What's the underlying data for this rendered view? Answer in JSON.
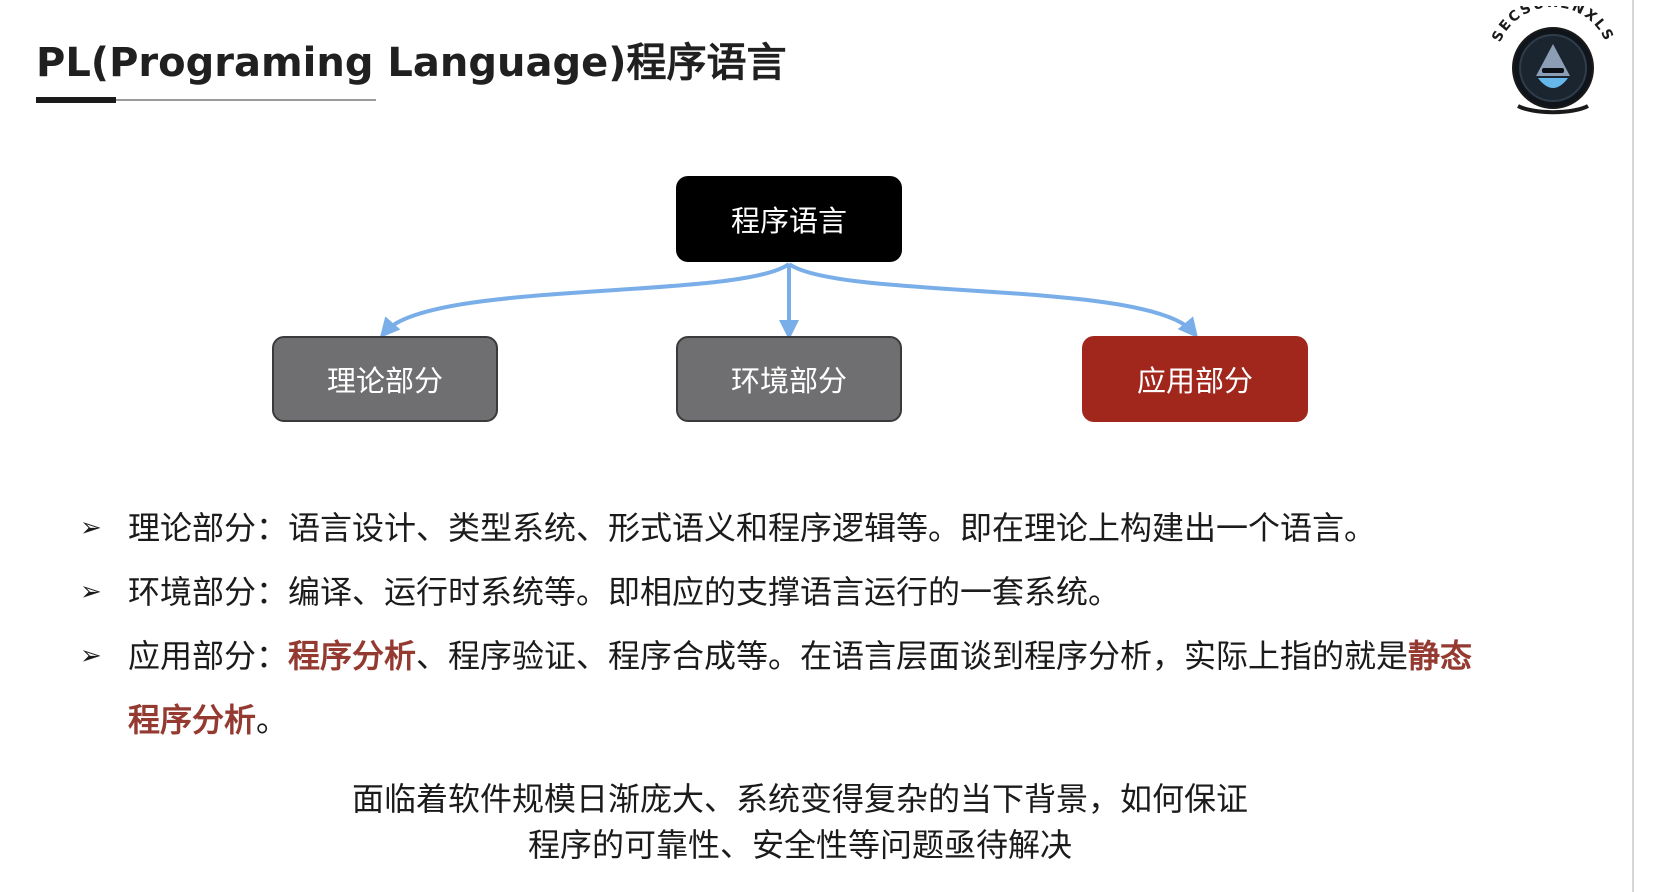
{
  "slide": {
    "title": "PL(Programing Language)程序语言"
  },
  "logo": {
    "text": "SECSURENXLS",
    "icon": "shield-hacker-icon"
  },
  "diagram": {
    "root": "程序语言",
    "children": [
      "理论部分",
      "环境部分",
      "应用部分"
    ]
  },
  "bullets": [
    {
      "head": "理论部分：",
      "text": "语言设计、类型系统、形式语义和程序逻辑等。即在理论上构建出一个语言。"
    },
    {
      "head": "环境部分：",
      "text": "编译、运行时系统等。即相应的支撑语言运行的一套系统。"
    },
    {
      "head": "应用部分：",
      "hl1": "程序分析",
      "mid": "、程序验证、程序合成等。在语言层面谈到程序分析，实际上指的就是",
      "hl2": "静态程序分析",
      "end": "。"
    }
  ],
  "footer": {
    "line1": "面临着软件规模日渐庞大、系统变得复杂的当下背景，如何保证",
    "line2": "程序的可靠性、安全性等问题亟待解决"
  },
  "colors": {
    "root_box": "#000000",
    "gray_box": "#6f6f71",
    "accent_box": "#a1261c",
    "arrow": "#7aaee8",
    "highlight_text": "#943a31"
  }
}
